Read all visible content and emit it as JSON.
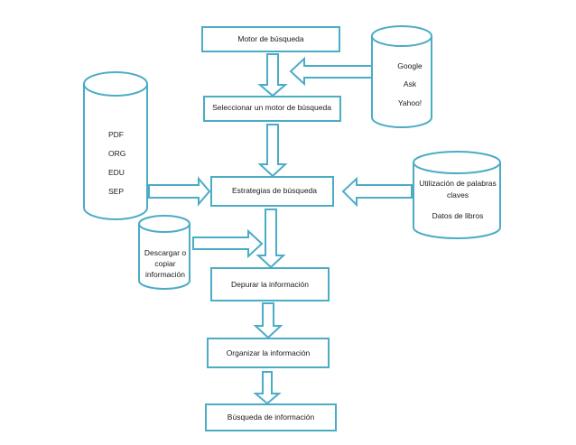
{
  "colors": {
    "stroke": "#4bacc6",
    "fill": "#ffffff",
    "text": "#1a1a1a"
  },
  "boxes": {
    "motor": "Motor de búsqueda",
    "seleccionar": "Seleccionar un motor de búsqueda",
    "estrategias": "Estrategias de búsqueda",
    "depurar": "Depurar la información",
    "organizar": "Organizar la información",
    "busqueda": "Búsqueda de información"
  },
  "cylinders": {
    "engines": {
      "lines": [
        "Google",
        "Ask",
        "Yahoo!"
      ]
    },
    "domains": {
      "lines": [
        "PDF",
        "ORG",
        "EDU",
        "SEP"
      ]
    },
    "keywords": {
      "lines": [
        "Utilización de palabras",
        "claves",
        "Datos de libros"
      ]
    },
    "download": {
      "lines": [
        "Descargar o",
        "copiar",
        "información"
      ]
    }
  }
}
